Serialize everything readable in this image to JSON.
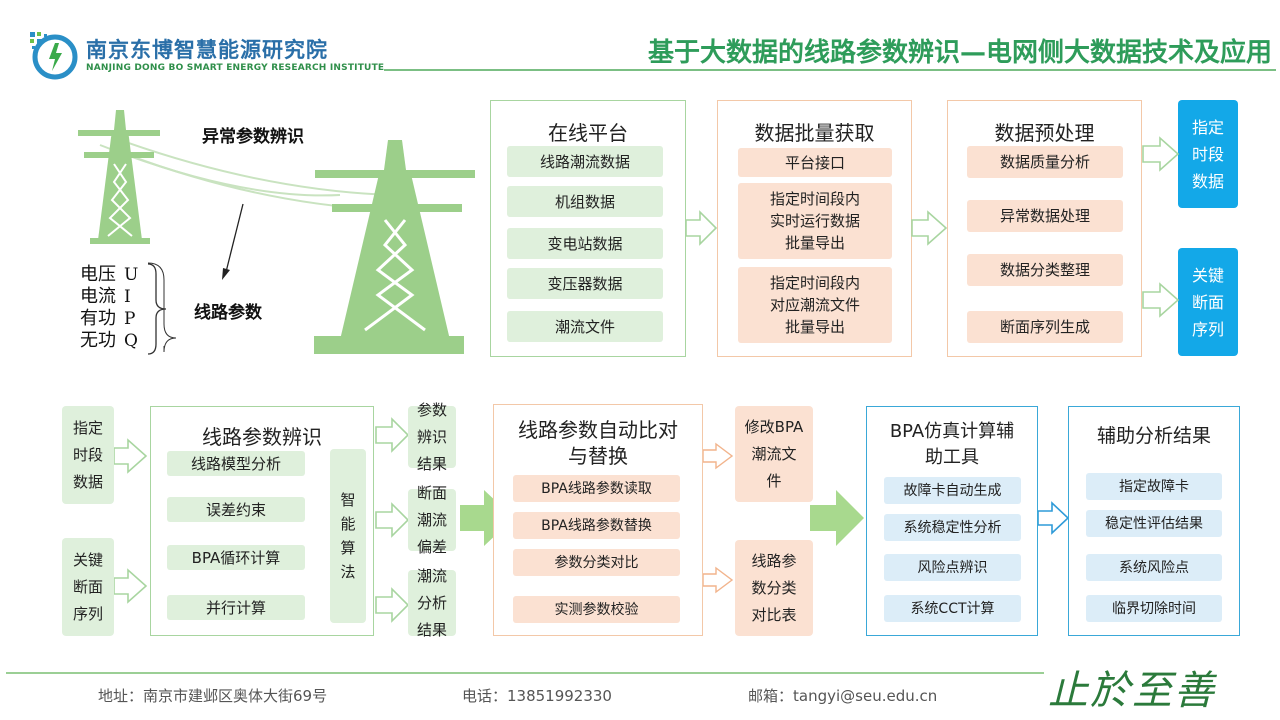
{
  "header": {
    "org_cn": "南京东博智慧能源研究院",
    "org_en": "NANJING DONG BO SMART ENERGY RESEARCH INSTITUTE",
    "title": "基于大数据的线路参数辨识—电网侧大数据技术及应用"
  },
  "illustration": {
    "abnormal_label": "异常参数辨识",
    "params_label": "线路参数",
    "quantities": [
      {
        "name": "电压",
        "sym": "U"
      },
      {
        "name": "电流",
        "sym": "I"
      },
      {
        "name": "有功",
        "sym": "P"
      },
      {
        "name": "无功",
        "sym": "Q"
      }
    ]
  },
  "top_row": {
    "online_platform": {
      "title": "在线平台",
      "items": [
        "线路潮流数据",
        "机组数据",
        "变电站数据",
        "变压器数据",
        "潮流文件"
      ]
    },
    "batch_fetch": {
      "title": "数据批量获取",
      "items": [
        "平台接口",
        "指定时间段内\n实时运行数据\n批量导出",
        "指定时间段内\n对应潮流文件\n批量导出"
      ]
    },
    "preprocess": {
      "title": "数据预处理",
      "items": [
        "数据质量分析",
        "异常数据处理",
        "数据分类整理",
        "断面序列生成"
      ]
    },
    "outputs": [
      "指定\n时段\n数据",
      "关键\n断面\n序列"
    ]
  },
  "bottom_row": {
    "inputs": [
      "指定\n时段\n数据",
      "关键\n断面\n序列"
    ],
    "identification": {
      "title": "线路参数辨识",
      "items": [
        "线路模型分析",
        "误差约束",
        "BPA循环计算",
        "并行计算"
      ],
      "algo": "智\n能\n算\n法"
    },
    "results": [
      "参数\n辨识\n结果",
      "断面\n潮流\n偏差",
      "潮流\n分析\n结果"
    ],
    "auto_compare": {
      "title": "线路参数自动比对\n与替换",
      "items": [
        "BPA线路参数读取",
        "BPA线路参数替换",
        "参数分类对比",
        "实测参数校验"
      ]
    },
    "compare_outputs": [
      "修改BPA\n潮流文\n件",
      "线路参\n数分类\n对比表"
    ],
    "bpa_tool": {
      "title": "BPA仿真计算辅\n助工具",
      "items": [
        "故障卡自动生成",
        "系统稳定性分析",
        "风险点辨识",
        "系统CCT计算"
      ]
    },
    "analysis_results": {
      "title": "辅助分析结果",
      "items": [
        "指定故障卡",
        "稳定性评估结果",
        "系统风险点",
        "临界切除时间"
      ]
    }
  },
  "footer": {
    "address": "地址：南京市建邺区奥体大街69号",
    "phone": "电话：13851992330",
    "email": "邮箱：tangyi@seu.edu.cn",
    "motto": "止於至善"
  },
  "colors": {
    "green_accent": "#2e9c5a",
    "blue_accent": "#13a8e8",
    "green_fill": "#dff0dc",
    "orange_fill": "#fbe1d2"
  }
}
